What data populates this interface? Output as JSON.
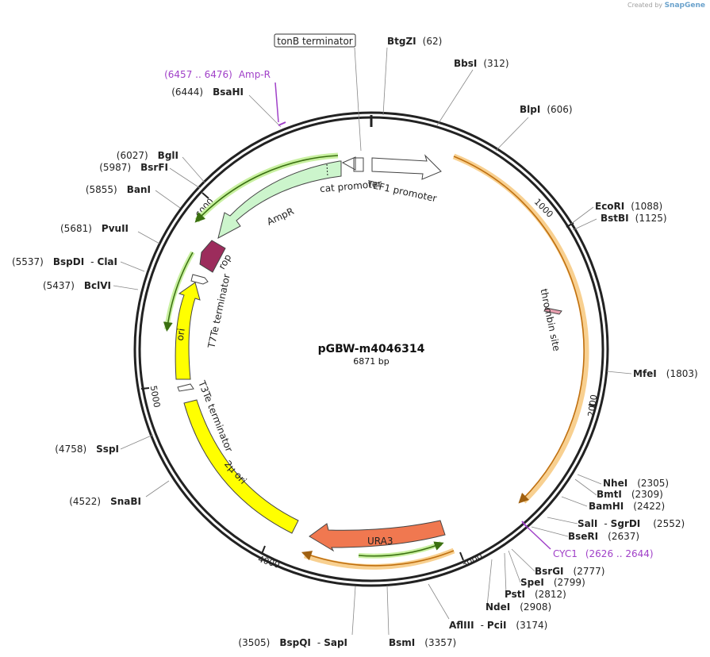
{
  "brand": {
    "prefix": "Created by",
    "name": "SnapGene"
  },
  "plasmid": {
    "name": "pGBW-m4046314",
    "length": "6871 bp"
  },
  "ticks": [
    "1000",
    "2000",
    "3000",
    "4000",
    "5000",
    "6000"
  ],
  "sites": [
    {
      "id": "btgzi",
      "enzyme": "BtgZI",
      "pos": "(62)"
    },
    {
      "id": "bbsi",
      "enzyme": "BbsI",
      "pos": "(312)"
    },
    {
      "id": "blpi",
      "enzyme": "BlpI",
      "pos": "(606)"
    },
    {
      "id": "ecori",
      "enzyme": "EcoRI",
      "pos": "(1088)"
    },
    {
      "id": "bstbi",
      "enzyme": "BstBI",
      "pos": "(1125)"
    },
    {
      "id": "mfei",
      "enzyme": "MfeI",
      "pos": "(1803)"
    },
    {
      "id": "nhei",
      "enzyme": "NheI",
      "pos": "(2305)"
    },
    {
      "id": "bmti",
      "enzyme": "BmtI",
      "pos": "(2309)"
    },
    {
      "id": "bamhi",
      "enzyme": "BamHI",
      "pos": "(2422)"
    },
    {
      "id": "sali",
      "enzyme": "SalI",
      "sep": "-",
      "enzyme2": "SgrDI",
      "pos": "(2552)"
    },
    {
      "id": "beseri",
      "enzyme": "BseRI",
      "pos": "(2637)"
    },
    {
      "id": "bsrgi",
      "enzyme": "BsrGI",
      "pos": "(2777)"
    },
    {
      "id": "spei",
      "enzyme": "SpeI",
      "pos": "(2799)"
    },
    {
      "id": "psti",
      "enzyme": "PstI",
      "pos": "(2812)"
    },
    {
      "id": "ndei",
      "enzyme": "NdeI",
      "pos": "(2908)"
    },
    {
      "id": "afliii",
      "enzyme": "AflIII",
      "sep": "-",
      "enzyme2": "PciI",
      "pos": "(3174)"
    },
    {
      "id": "bsmi",
      "enzyme": "BsmI",
      "pos": "(3357)"
    },
    {
      "id": "bspqi",
      "enzyme": "BspQI",
      "sep": "-",
      "enzyme2": "SapI",
      "pos": "(3505)"
    },
    {
      "id": "snabi",
      "enzyme": "SnaBI",
      "pos": "(4522)"
    },
    {
      "id": "sspi",
      "enzyme": "SspI",
      "pos": "(4758)"
    },
    {
      "id": "bclvi",
      "enzyme": "BclVI",
      "pos": "(5437)"
    },
    {
      "id": "bspdi",
      "enzyme": "BspDI",
      "sep": "-",
      "enzyme2": "ClaI",
      "pos": "(5537)"
    },
    {
      "id": "pvuii",
      "enzyme": "PvuII",
      "pos": "(5681)"
    },
    {
      "id": "bani",
      "enzyme": "BanI",
      "pos": "(5855)"
    },
    {
      "id": "bsrfi",
      "enzyme": "BsrFI",
      "pos": "(5987)"
    },
    {
      "id": "bgli",
      "enzyme": "BglI",
      "pos": "(6027)"
    },
    {
      "id": "bsahi",
      "enzyme": "BsaHI",
      "pos": "(6444)"
    }
  ],
  "primers": [
    {
      "id": "ampr-primer",
      "name": "Amp-R",
      "range": "(6457 .. 6476)"
    },
    {
      "id": "cyc1-primer",
      "name": "CYC1",
      "range": "(2626 .. 2644)"
    }
  ],
  "features": {
    "tonb": "tonB terminator",
    "cat_promoter": "cat promoter",
    "tef1_promoter": "TEF1 promoter",
    "ampr": "AmpR",
    "rop": "rop",
    "t7te": "T7Te terminator",
    "ori": "ori",
    "t3te": "T3Te terminator",
    "two_mu": "2μ ori",
    "ura3": "URA3",
    "thrombin": "thrombin site"
  },
  "colors": {
    "backbone": "#222222",
    "orf_orange": "#f0a030",
    "orf_green": "#5aa020",
    "ampr_fill": "#ccf5cc",
    "rop_fill": "#9c2c5c",
    "ori_fill": "#ffff00",
    "ura3_fill": "#f07850",
    "primer": "#a040c8"
  }
}
